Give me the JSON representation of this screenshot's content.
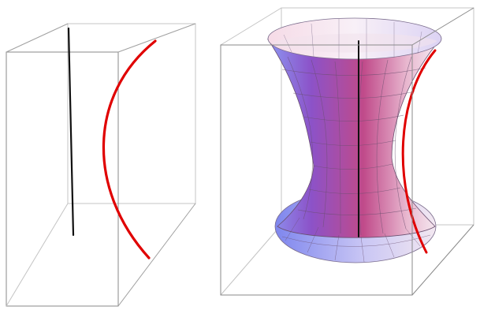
{
  "figure": {
    "panels": [
      {
        "name": "left-panel",
        "contents": [
          "bounding-box",
          "axis-line",
          "curve"
        ]
      },
      {
        "name": "right-panel",
        "contents": [
          "bounding-box",
          "surface",
          "axis-line",
          "curve"
        ]
      }
    ],
    "surface_kind": "hyperboloid-of-one-sheet",
    "curve_kind": "hyperbola",
    "colors": {
      "box": "#9a9a9a",
      "axis": "#111111",
      "curve": "#e00000",
      "surface_purple": "#8c52c8",
      "surface_magenta": "#c04a8a",
      "surface_blue": "#8c96f2",
      "surface_light": "#f4eef8",
      "mesh": "#6a4f6f"
    }
  }
}
